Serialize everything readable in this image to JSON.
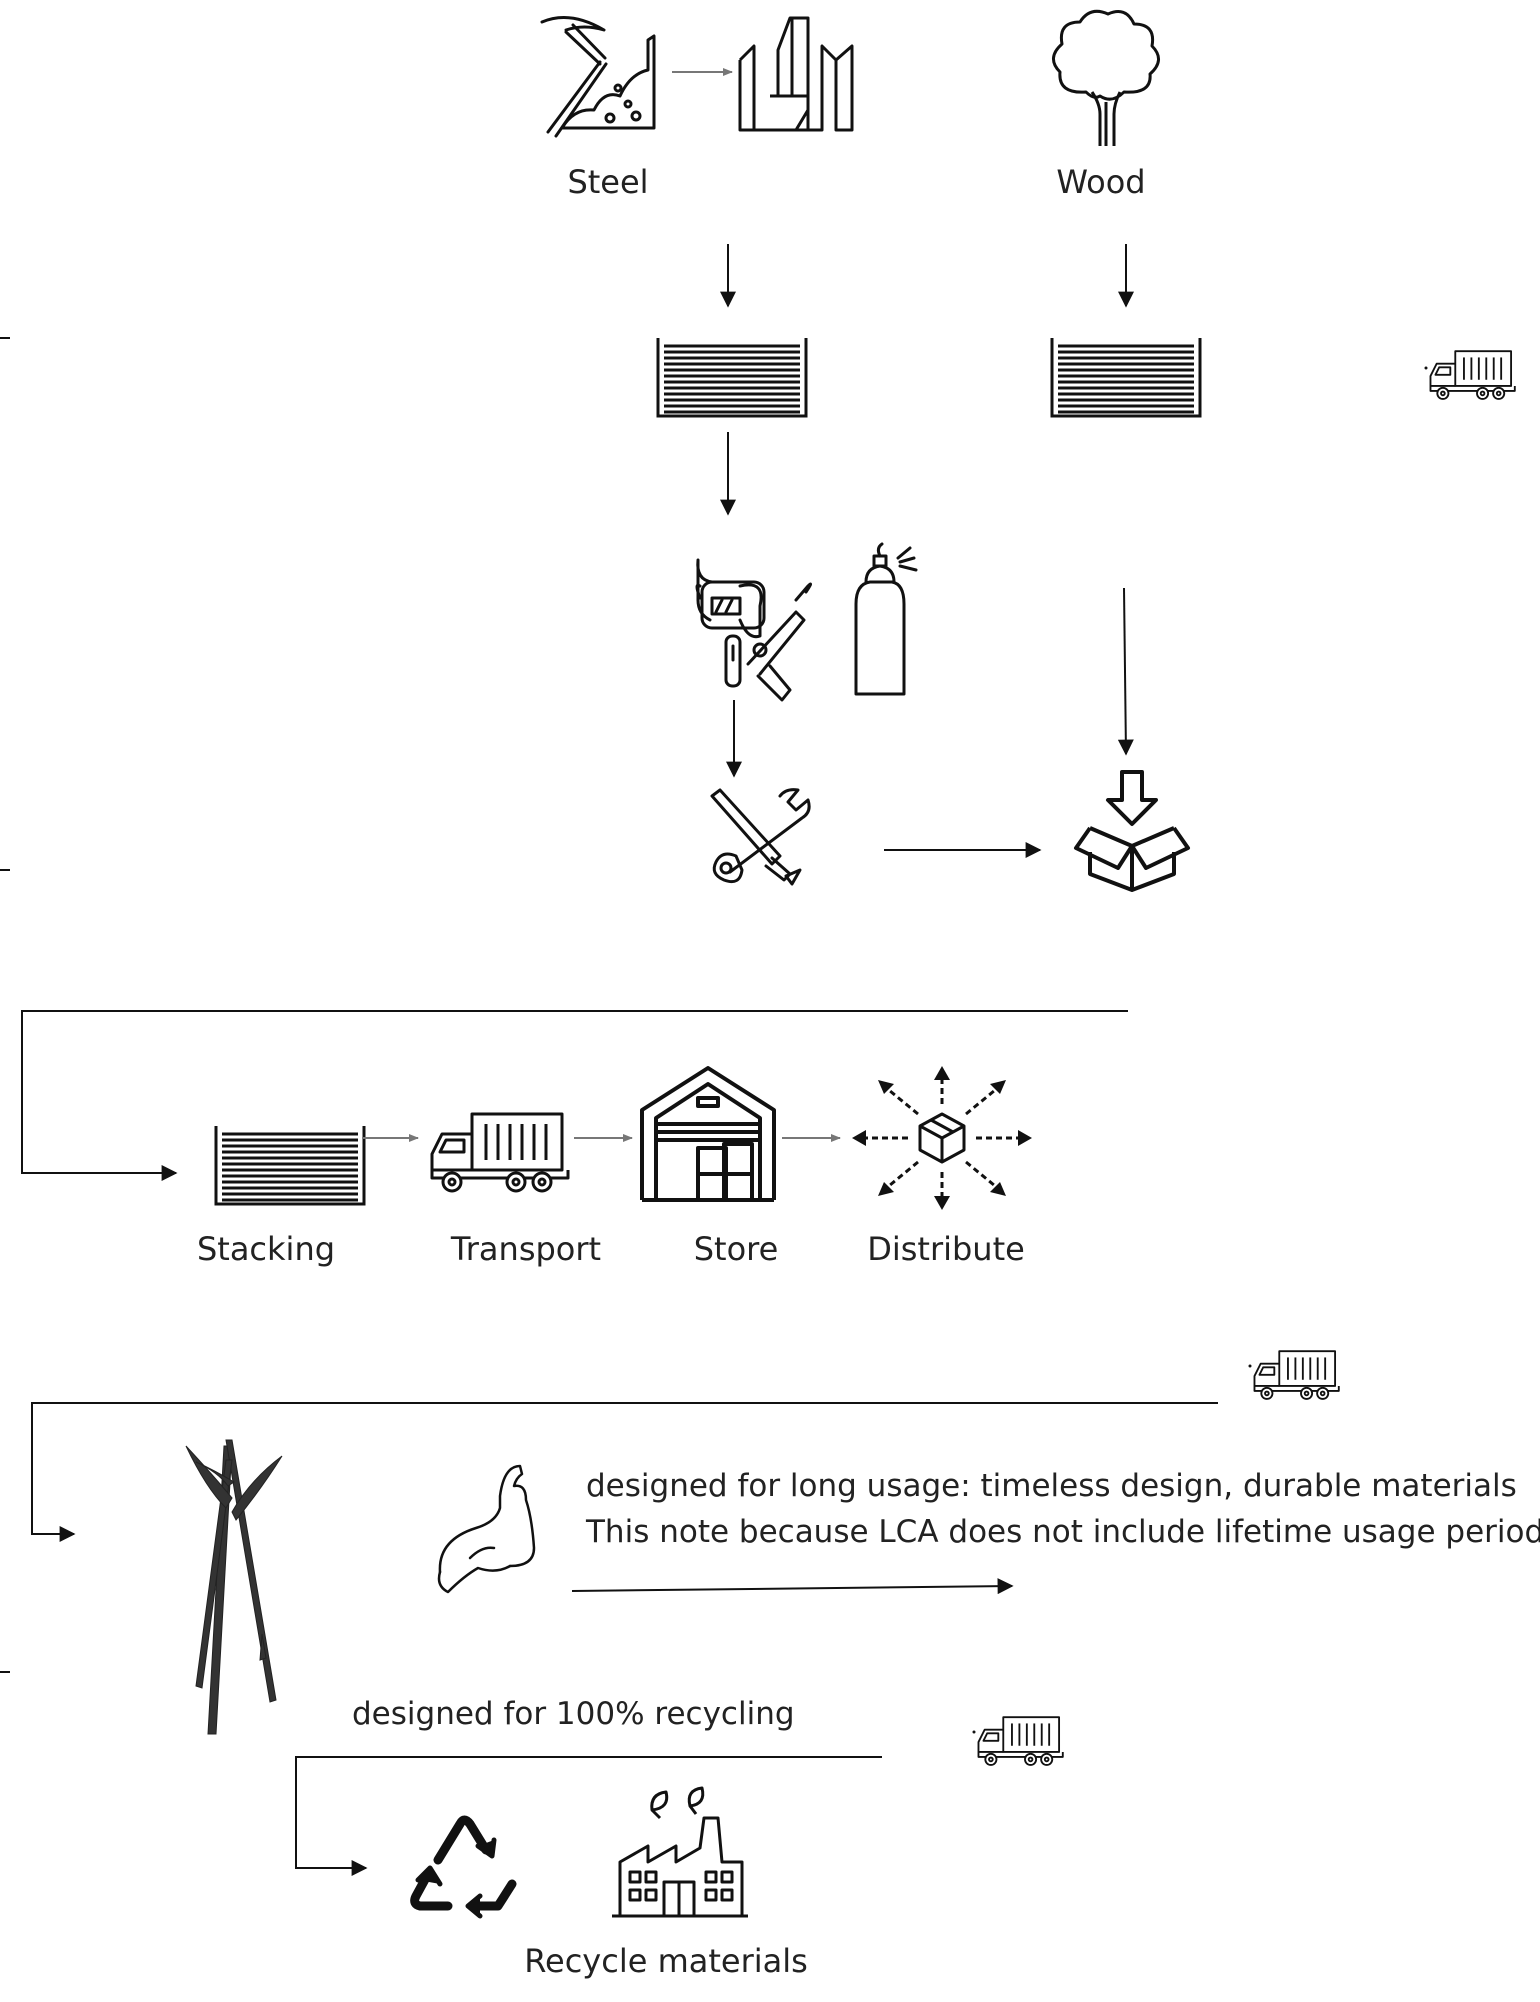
{
  "materials": {
    "steel_label": "Steel",
    "wood_label": "Wood"
  },
  "logistics": {
    "stacking_label": "Stacking",
    "transport_label": "Transport",
    "store_label": "Store",
    "distribute_label": "Distribute"
  },
  "use_phase": {
    "note_line1": "designed for long usage: timeless design, durable materials",
    "note_line2": "This note because LCA does not include lifetime  usage period!"
  },
  "end_of_life": {
    "recycling_note": "designed for 100% recycling",
    "recycle_label": "Recycle materials"
  },
  "icons": [
    "pickaxe-icon",
    "steel-bars-icon",
    "tree-icon",
    "sheet-stack-icon",
    "welding-icon",
    "spray-can-icon",
    "tools-icon",
    "packaging-box-icon",
    "truck-icon",
    "warehouse-icon",
    "distribute-icon",
    "coat-rack-icon",
    "muscle-icon",
    "recycle-icon",
    "factory-icon"
  ]
}
